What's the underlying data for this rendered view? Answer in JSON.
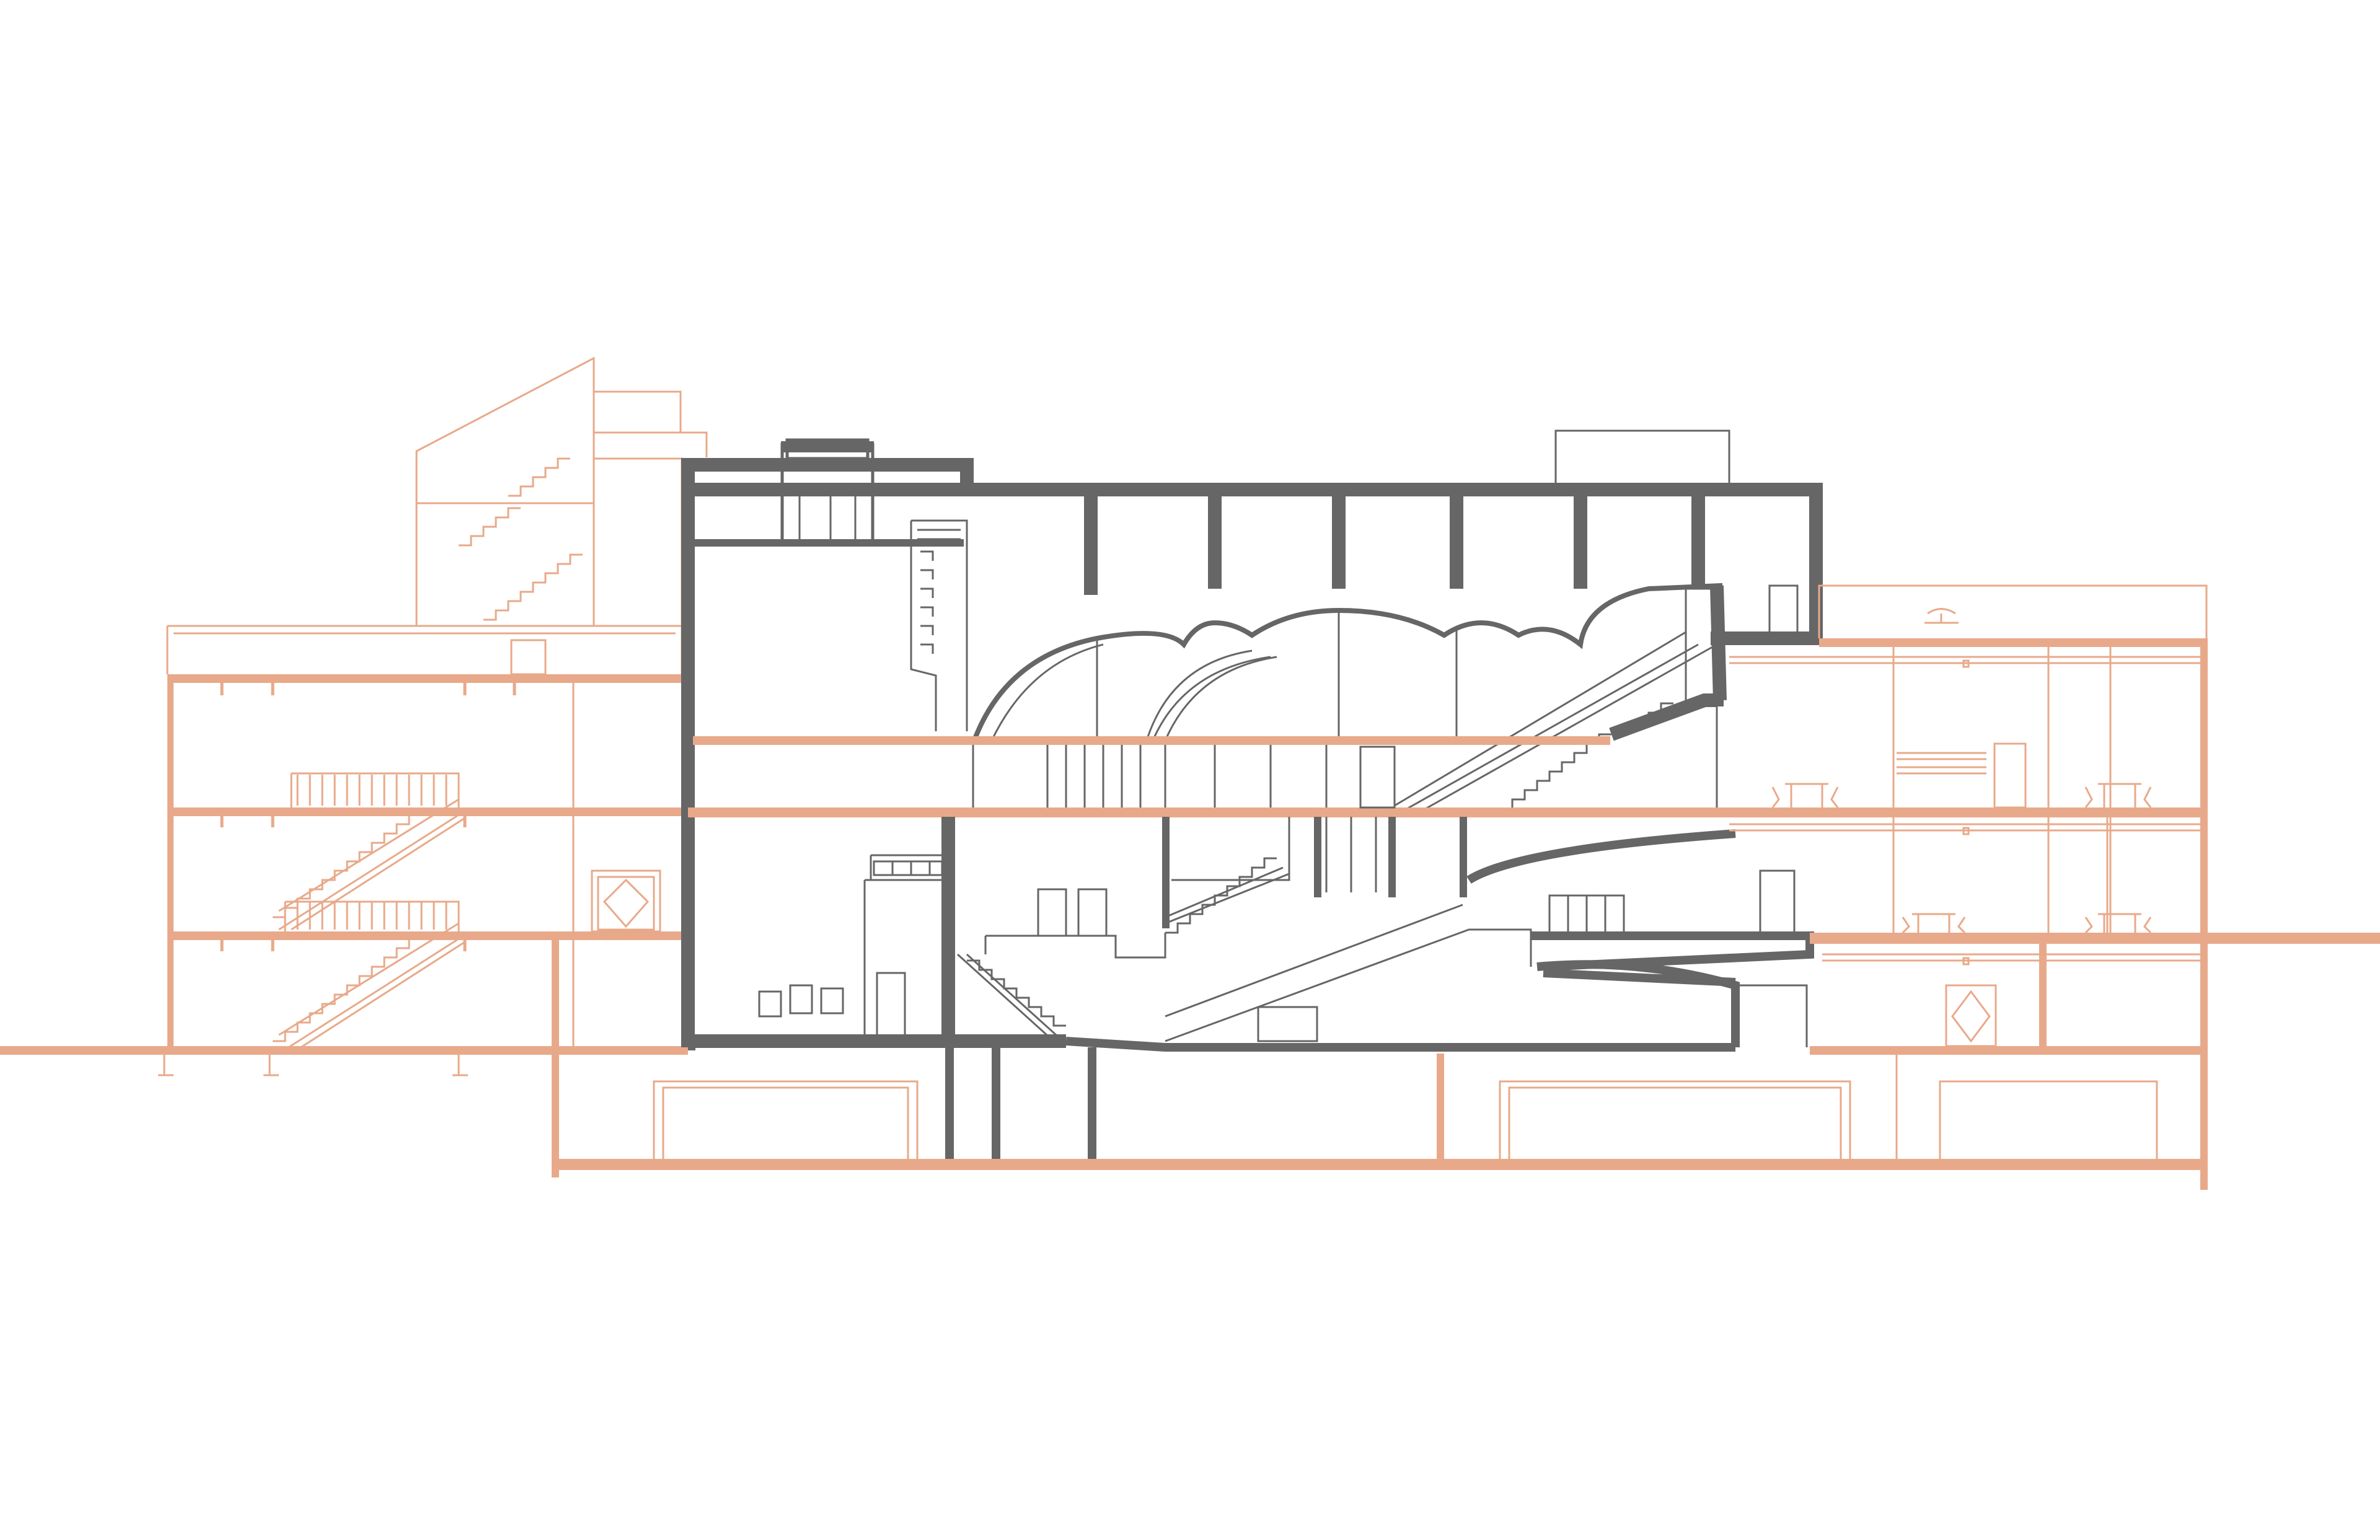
{
  "drawing": {
    "kind": "architectural-section",
    "colors": {
      "background": "#ffffff",
      "new_building_cut": "#666666",
      "existing_building_cut": "#e8a98a",
      "new_building_line": "#666666",
      "existing_building_line": "#e8a98a"
    },
    "parts": [
      {
        "name": "west-wing",
        "style": "existing"
      },
      {
        "name": "central-hall",
        "style": "new"
      },
      {
        "name": "east-wing",
        "style": "existing"
      },
      {
        "name": "basement",
        "style": "existing"
      }
    ]
  }
}
